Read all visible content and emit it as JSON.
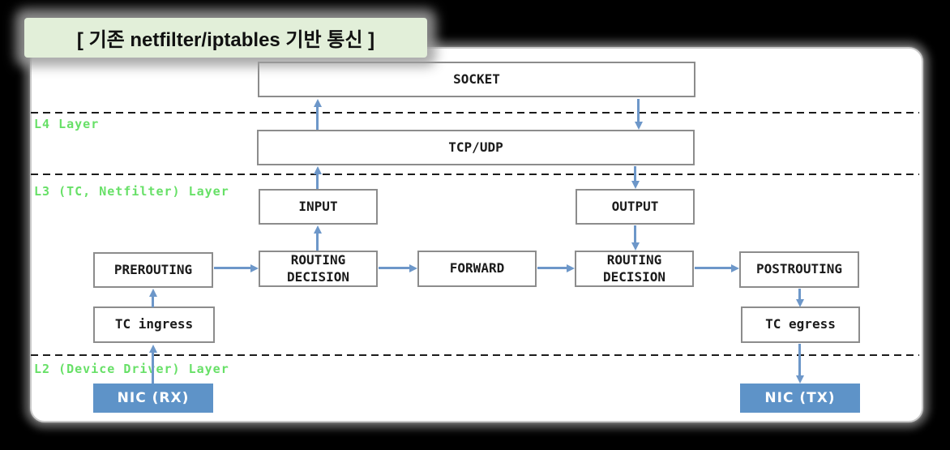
{
  "title": "[ 기존 netfilter/iptables 기반 통신 ]",
  "layers": {
    "l4": "L4 Layer",
    "l3": "L3 (TC, Netfilter) Layer",
    "l2": "L2 (Device Driver) Layer"
  },
  "nodes": {
    "socket": "SOCKET",
    "tcp_udp": "TCP/UDP",
    "input": "INPUT",
    "output": "OUTPUT",
    "prerouting": "PREROUTING",
    "routing_decision_left": "ROUTING DECISION",
    "forward": "FORWARD",
    "routing_decision_right": "ROUTING DECISION",
    "postrouting": "POSTROUTING",
    "tc_ingress": "TC ingress",
    "tc_egress": "TC egress",
    "nic_rx": "NIC (RX)",
    "nic_tx": "NIC (TX)"
  },
  "colors": {
    "accent_blue": "#6d97c9",
    "nic_fill": "#5e93c8",
    "layer_label_green": "#67e067",
    "title_bg": "#e2efd9"
  }
}
